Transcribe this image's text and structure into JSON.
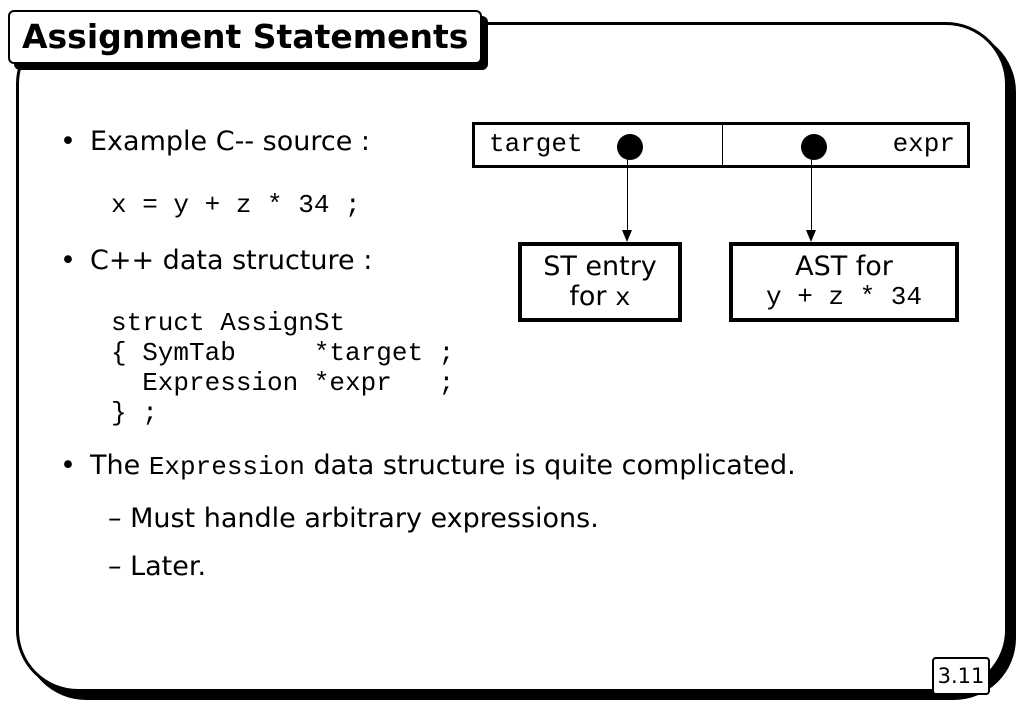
{
  "title": "Assignment Statements",
  "bullets": {
    "b1": "Example C-- source :",
    "b2": "C++ data structure :",
    "b3_prefix": "The",
    "b3_code": "Expression",
    "b3_suffix": "data structure is quite complicated."
  },
  "bullet_glyph": "•",
  "source_code": "x = y + z * 34 ;",
  "struct_code": [
    "struct AssignSt",
    "{ SymTab     *target ;",
    "  Expression *expr   ;",
    "} ;"
  ],
  "subbullets": [
    "– Must handle arbitrary expressions.",
    "– Later."
  ],
  "diagram": {
    "field_target": "target",
    "field_expr": "expr",
    "st_box": {
      "line1": "ST entry",
      "line2_text": "for",
      "line2_code": "x"
    },
    "ast_box": {
      "line1": "AST for",
      "line2_code": "y + z * 34"
    }
  },
  "page_number": "3.11"
}
